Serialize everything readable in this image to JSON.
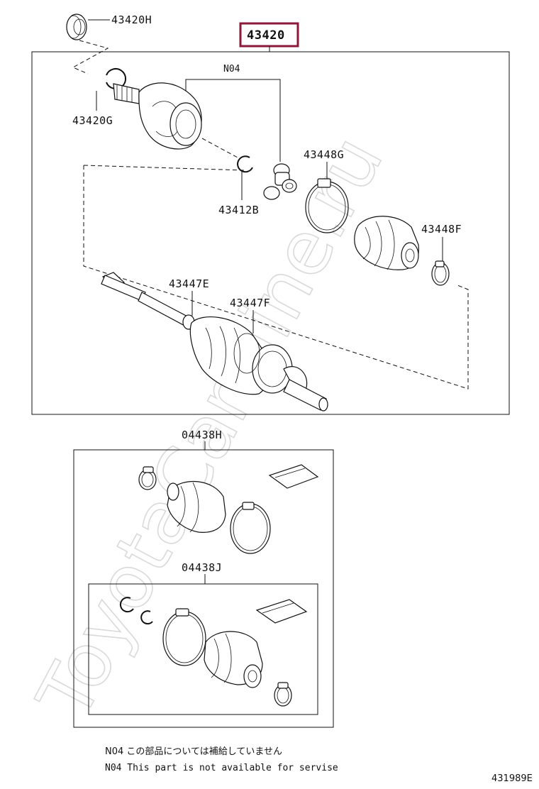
{
  "labels": {
    "p43420H": "43420H",
    "p43420": "43420",
    "n04": "N04",
    "p43420G": "43420G",
    "p43412B": "43412B",
    "p43448G": "43448G",
    "p43448F": "43448F",
    "p43447E": "43447E",
    "p43447F": "43447F",
    "p04438H": "04438H",
    "p04438J": "04438J"
  },
  "notes": {
    "jp": "N04 この部品については補給していません",
    "en": "N04 This part is not available for servise"
  },
  "diagram_id": "431989E",
  "watermark": "ToyotaCarMine.ru",
  "colors": {
    "highlight": "#8b1a3a",
    "line": "#111111",
    "watermark": "#d9d9d9"
  }
}
